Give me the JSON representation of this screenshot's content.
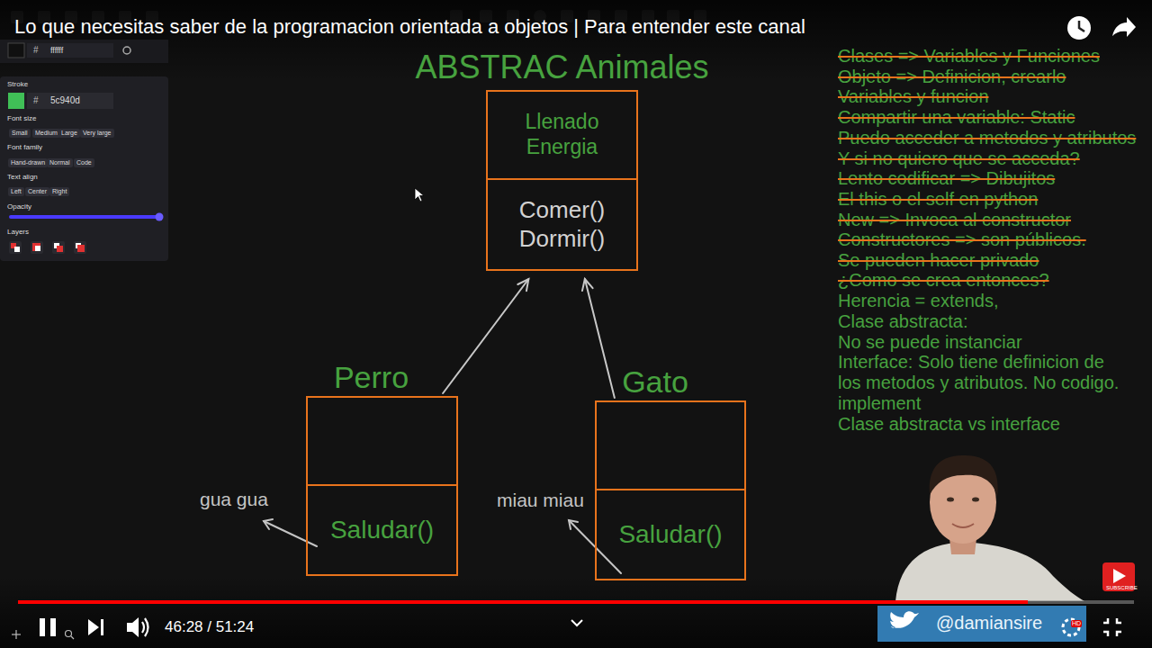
{
  "diagram": {
    "nodes": [
      {
        "text": [
          "ABSTRAC Animales",
          "Llenado Energia",
          "Comer() Dormir()"
        ]
      },
      {
        "text": [
          "Perro",
          "Saludar()"
        ]
      },
      {
        "text": [
          "Gato",
          "Saludar()"
        ]
      }
    ],
    "edges": [
      {
        "from": 1,
        "to": 0,
        "arrow": "to"
      },
      {
        "from": 2,
        "to": 0,
        "arrow": "to"
      }
    ],
    "labels": [
      "Lo que necesitas saber de la programacion orientada a objetos | Para entender este canal",
      "#",
      "ffffff",
      "Stroke",
      "#",
      "5c940d",
      "Font size",
      "Small",
      "Medium",
      "Large",
      "Very large",
      "Font family",
      "Hand-drawn",
      "Normal",
      "Code",
      "Text align",
      "Left",
      "Center",
      "Right",
      "Opacity",
      "Layers",
      "gua gua",
      "miau miau",
      "Clases => Variables y Funciones",
      "Objeto => Definicion, crearlo",
      "Variables y funcion",
      "Compartir una variable: Static",
      "Puedo acceder a metodos y atributos",
      "Y si no quiero que se acceda?",
      "Lento codificar => Dibujitos",
      "El this o el self en python",
      "New => Invoca al constructor",
      "Constructores => son públicos.",
      "Se pueden hacer privado",
      "¿Como se crea entonces?",
      "Herencia = extends,",
      "Clase abstracta:",
      "No se puede instanciar",
      "Interface: Solo tiene definicion de",
      "los metodos y atributos. No codigo.",
      "implement",
      "Clase abstracta vs interface",
      "46:28 / 51:24",
      "@damiansire",
      "SUBSCRIBE",
      "HD"
    ]
  }
}
